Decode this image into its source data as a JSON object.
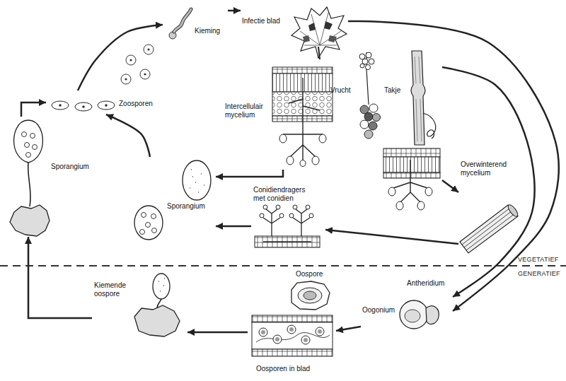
{
  "diagram": {
    "nodes": [
      {
        "text": [
          "Kieming"
        ]
      },
      {
        "text": [
          "Infectie blad"
        ]
      },
      {
        "text": [
          "Zoosporen"
        ]
      },
      {
        "text": [
          "Intercellulair mycelium"
        ]
      },
      {
        "text": [
          "Vrucht"
        ]
      },
      {
        "text": [
          "Takje"
        ]
      },
      {
        "text": [
          "Sporangium"
        ]
      },
      {
        "text": [
          "Sporangium"
        ]
      },
      {
        "text": [
          "Conidiendragers met conidien"
        ]
      },
      {
        "text": [
          "Overwinterend mycelium"
        ]
      },
      {
        "text": [
          "Oospore"
        ]
      },
      {
        "text": [
          "Antheridium",
          "Oogonium"
        ]
      },
      {
        "text": [
          "Oosporen in blad"
        ]
      },
      {
        "text": [
          "Kiemende oospore"
        ]
      }
    ],
    "edges": [
      {
        "from": 13,
        "to": 6,
        "arrow": "to"
      },
      {
        "from": 6,
        "to": 2,
        "arrow": "to"
      },
      {
        "from": 2,
        "to": 0,
        "arrow": "to"
      },
      {
        "from": 0,
        "to": 1,
        "arrow": "to"
      },
      {
        "from": 3,
        "to": 7,
        "arrow": "to"
      },
      {
        "from": 7,
        "to": 2,
        "arrow": "to"
      },
      {
        "from": 8,
        "to": 7,
        "arrow": "to"
      },
      {
        "from": 9,
        "to": 8,
        "arrow": "to"
      },
      {
        "from": 5,
        "to": 9,
        "arrow": "to"
      },
      {
        "from": 1,
        "to": 11,
        "arrow": "to"
      },
      {
        "from": 5,
        "to": 11,
        "arrow": "to"
      },
      {
        "from": 11,
        "to": 12,
        "arrow": "to"
      },
      {
        "from": 12,
        "to": 13,
        "arrow": "to"
      }
    ],
    "labels": [
      "VEGETATIEF",
      "GENERATIEF"
    ]
  }
}
